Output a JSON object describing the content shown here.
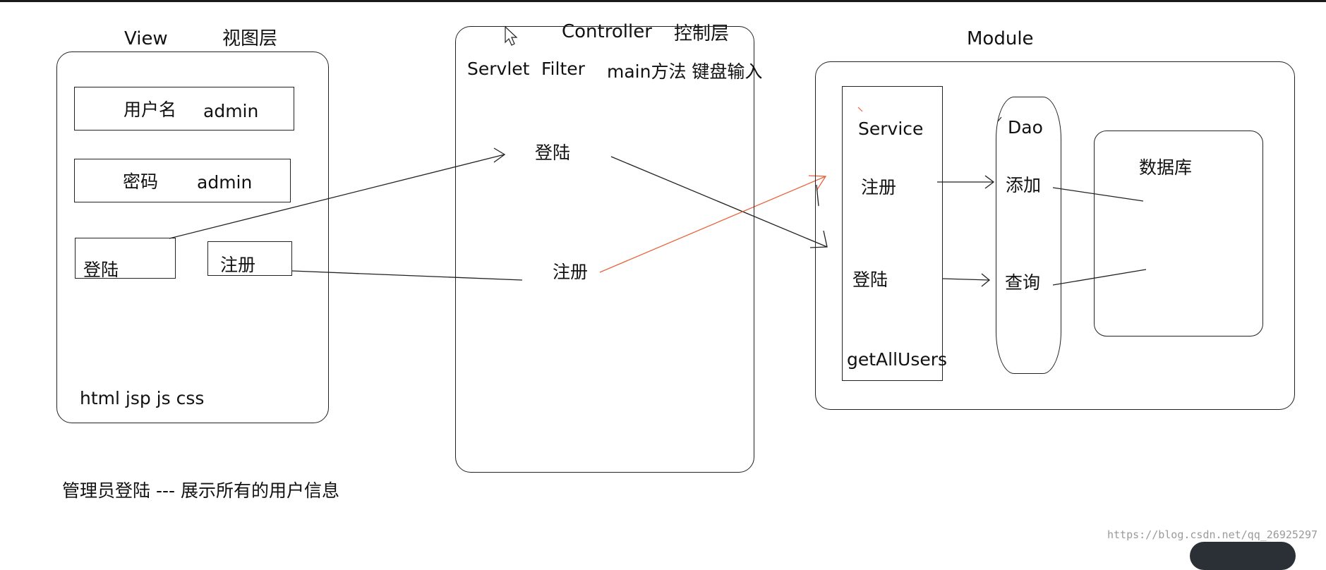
{
  "view": {
    "title": "View",
    "title_cn": "视图层",
    "username_label": "用户名",
    "username_value": "admin",
    "password_label": "密码",
    "password_value": "admin",
    "login_button": "登陆",
    "register_button": "注册",
    "tech": "html jsp js css"
  },
  "controller": {
    "title": "Controller",
    "title_cn": "控制层",
    "tech_servlet": "Servlet",
    "tech_filter": "Filter",
    "tech_main": "main方法 键盘输入",
    "login": "登陆",
    "register": "注册"
  },
  "module": {
    "title": "Module",
    "service": {
      "title": "Service",
      "register": "注册",
      "login": "登陆",
      "get_all": "getAllUsers"
    },
    "dao": {
      "title": "Dao",
      "add": "添加",
      "query": "查询"
    },
    "database": "数据库"
  },
  "footer_note": "管理员登陆  --- 展示所有的用户信息",
  "watermark": "https://blog.csdn.net/qq_26925297",
  "colors": {
    "stroke": "#222222",
    "highlight_arrow": "#e8623a"
  }
}
